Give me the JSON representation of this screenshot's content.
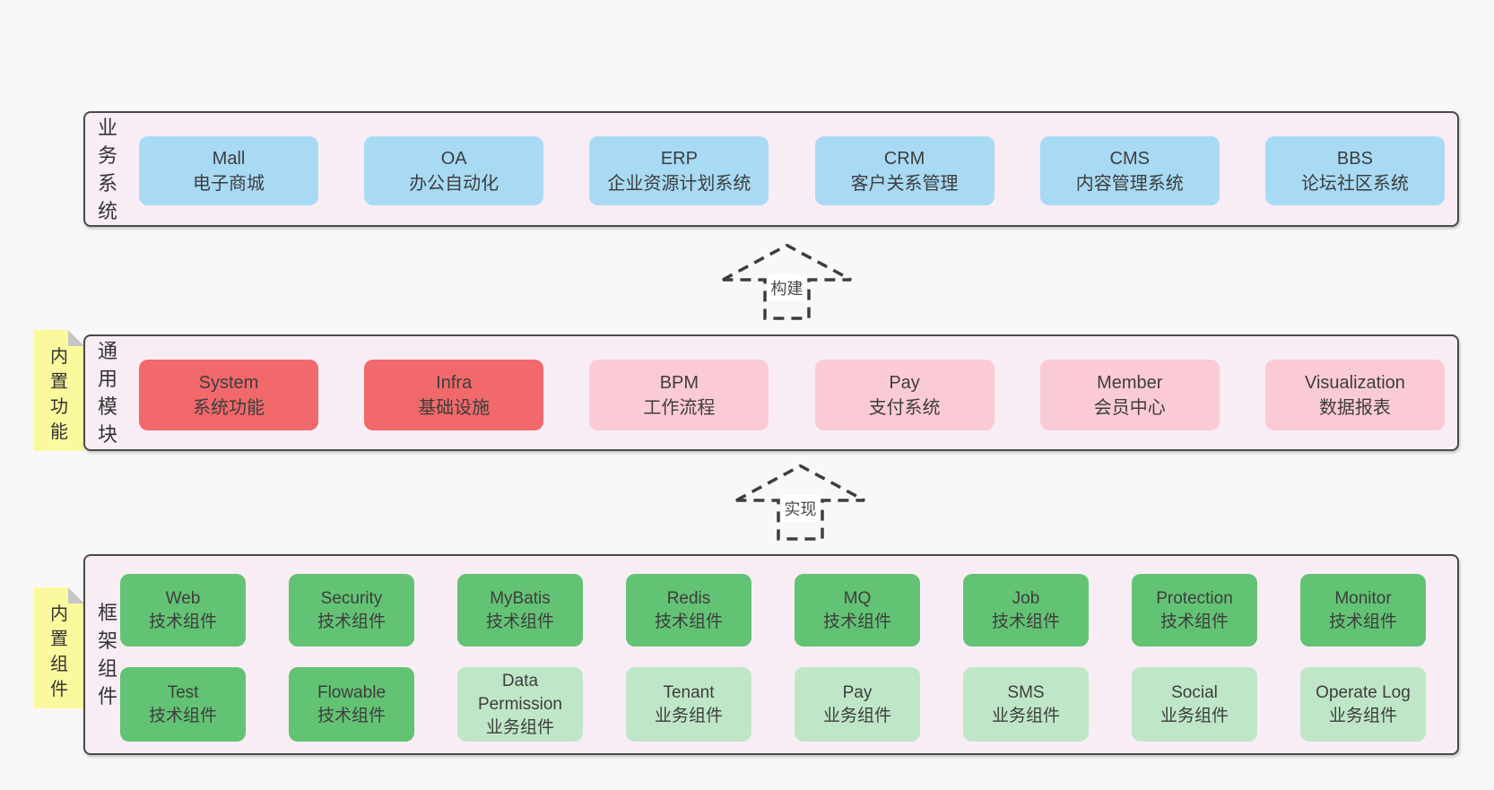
{
  "colors": {
    "page-bg": "#f8f8f8",
    "container-bg": "#f8edf5",
    "container-border": "#4a4a4a",
    "blue": "#a8daf4",
    "red": "#f1696a",
    "pink": "#fbcbd5",
    "green": "#63c374",
    "light-green": "#bfe7c7",
    "yellow": "#fbf99d",
    "fold-gray": "#c6c6c6",
    "text": "#3d3d3d",
    "arrow": "#3e3e3e"
  },
  "layers": [
    {
      "label": "业务系统",
      "rows": [
        [
          {
            "name": "Mall",
            "desc": "电子商城",
            "type": "blue"
          },
          {
            "name": "OA",
            "desc": "办公自动化",
            "type": "blue"
          },
          {
            "name": "ERP",
            "desc": "企业资源计划系统",
            "type": "blue"
          },
          {
            "name": "CRM",
            "desc": "客户关系管理",
            "type": "blue"
          },
          {
            "name": "CMS",
            "desc": "内容管理系统",
            "type": "blue"
          },
          {
            "name": "BBS",
            "desc": "论坛社区系统",
            "type": "blue"
          }
        ]
      ]
    },
    {
      "label": "通用模块",
      "sticky": "内置功能",
      "rows": [
        [
          {
            "name": "System",
            "desc": "系统功能",
            "type": "red"
          },
          {
            "name": "Infra",
            "desc": "基础设施",
            "type": "red"
          },
          {
            "name": "BPM",
            "desc": "工作流程",
            "type": "pink"
          },
          {
            "name": "Pay",
            "desc": "支付系统",
            "type": "pink"
          },
          {
            "name": "Member",
            "desc": "会员中心",
            "type": "pink"
          },
          {
            "name": "Visualization",
            "desc": "数据报表",
            "type": "pink"
          }
        ]
      ]
    },
    {
      "label": "框架组件",
      "sticky": "内置组件",
      "rows": [
        [
          {
            "name": "Web",
            "desc": "技术组件",
            "type": "green"
          },
          {
            "name": "Security",
            "desc": "技术组件",
            "type": "green"
          },
          {
            "name": "MyBatis",
            "desc": "技术组件",
            "type": "green"
          },
          {
            "name": "Redis",
            "desc": "技术组件",
            "type": "green"
          },
          {
            "name": "MQ",
            "desc": "技术组件",
            "type": "green"
          },
          {
            "name": "Job",
            "desc": "技术组件",
            "type": "green"
          },
          {
            "name": "Protection",
            "desc": "技术组件",
            "type": "green"
          },
          {
            "name": "Monitor",
            "desc": "技术组件",
            "type": "green"
          }
        ],
        [
          {
            "name": "Test",
            "desc": "技术组件",
            "type": "green"
          },
          {
            "name": "Flowable",
            "desc": "技术组件",
            "type": "green"
          },
          {
            "name": "Data Permission",
            "desc": "业务组件",
            "type": "light-green"
          },
          {
            "name": "Tenant",
            "desc": "业务组件",
            "type": "light-green"
          },
          {
            "name": "Pay",
            "desc": "业务组件",
            "type": "light-green"
          },
          {
            "name": "SMS",
            "desc": "业务组件",
            "type": "light-green"
          },
          {
            "name": "Social",
            "desc": "业务组件",
            "type": "light-green"
          },
          {
            "name": "Operate Log",
            "desc": "业务组件",
            "type": "light-green"
          }
        ]
      ]
    }
  ],
  "arrows": [
    {
      "label": "构建"
    },
    {
      "label": "实现"
    }
  ]
}
